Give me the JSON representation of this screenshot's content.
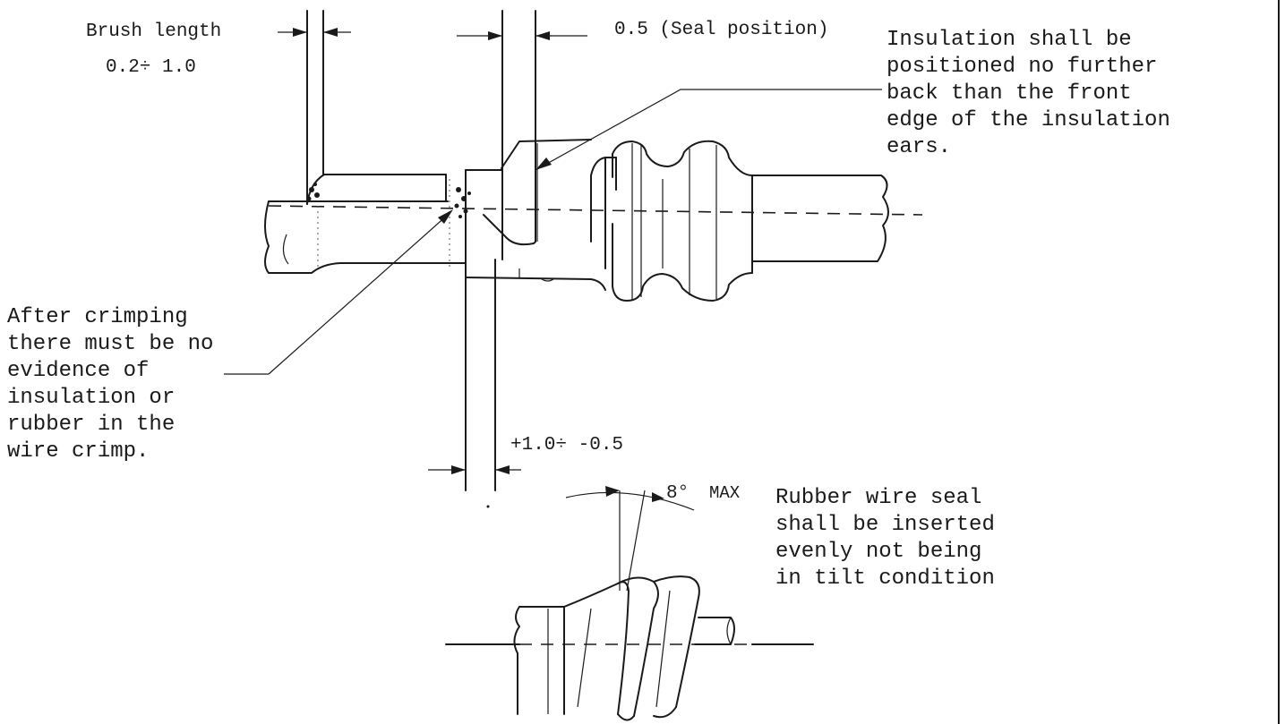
{
  "labels": {
    "brush_length": "Brush length",
    "brush_range": "0.2÷ 1.0",
    "seal_position": "0.5 (Seal position)",
    "insulation_note": [
      "Insulation shall be",
      "positioned no further",
      "back than the front",
      "edge of the insulation",
      "ears."
    ],
    "crimp_note": [
      "After crimping",
      "there must be no",
      "evidence of",
      "insulation or",
      "rubber in the",
      "wire crimp."
    ],
    "tolerance": "+1.0÷ -0.5",
    "angle_value": "8°",
    "angle_max": "MAX",
    "seal_note": [
      "Rubber wire seal",
      "shall be inserted",
      "evenly not being",
      "in tilt condition"
    ]
  },
  "colors": {
    "ink": "#1a1a1a",
    "paper": "#ffffff"
  }
}
